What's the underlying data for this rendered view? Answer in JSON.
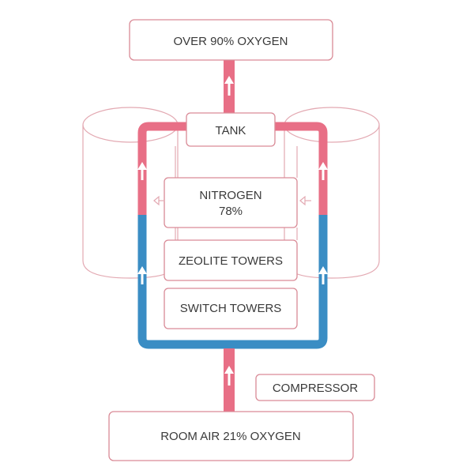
{
  "colors": {
    "oxygen_flow": "#e86f86",
    "air_flow": "#3a8dc4",
    "box_border": "#d98a96",
    "text": "#3a3a3a"
  },
  "boxes": {
    "output": "OVER 90% OXYGEN",
    "tank": "TANK",
    "nitrogen_line1": "NITROGEN",
    "nitrogen_line2": "78%",
    "zeolite": "ZEOLITE TOWERS",
    "switch": "SWITCH TOWERS",
    "compressor": "COMPRESSOR",
    "input": "ROOM AIR 21% OXYGEN"
  },
  "icons": [
    "up-arrow-icon",
    "left-arrow-icon"
  ]
}
